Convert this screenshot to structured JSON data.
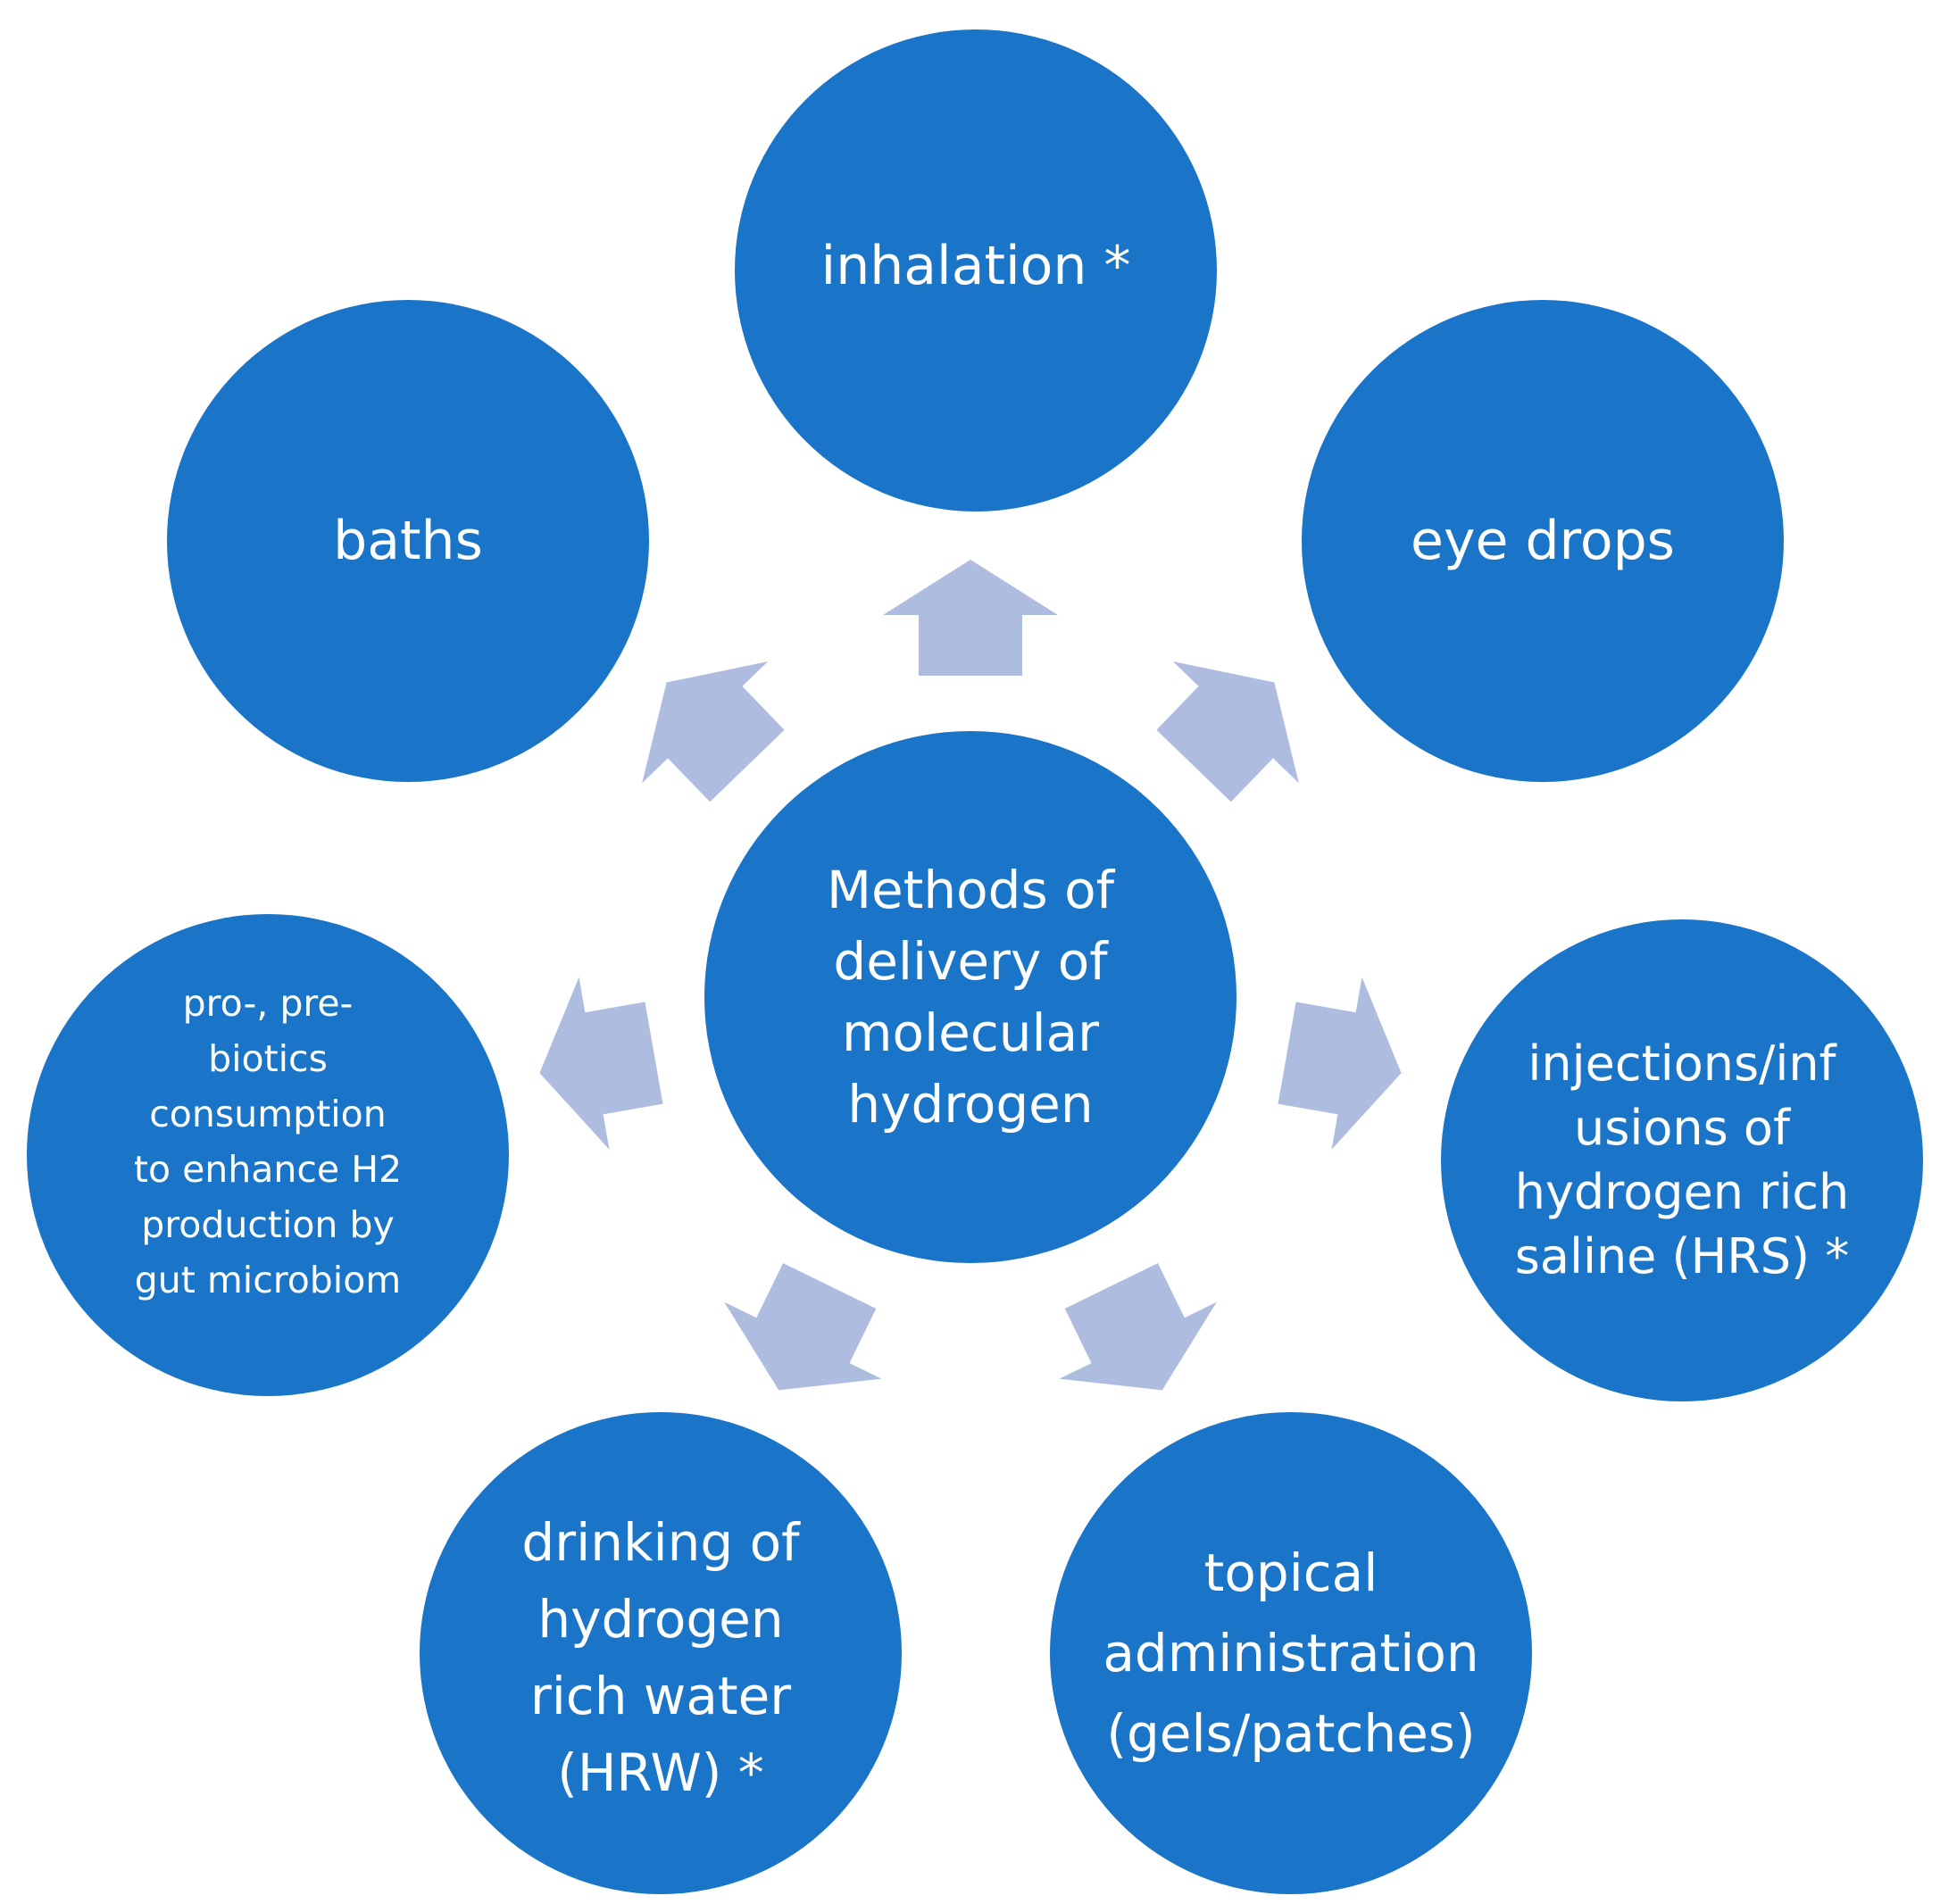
{
  "colors": {
    "circle_fill": "#1a74c7",
    "arrow_fill": "#aebcdf",
    "text": "#ffffff",
    "background": "#ffffff"
  },
  "diagram": {
    "center": {
      "label": "Methods of\ndelivery of\nmolecular\nhydrogen"
    },
    "nodes": [
      {
        "id": "inhalation",
        "label": "inhalation *"
      },
      {
        "id": "eye-drops",
        "label": "eye drops"
      },
      {
        "id": "injections",
        "label": "injections/inf\nusions of\nhydrogen rich\nsaline (HRS) *"
      },
      {
        "id": "topical",
        "label": "topical\nadministration\n(gels/patches)"
      },
      {
        "id": "drinking",
        "label": "drinking of\nhydrogen\nrich water\n(HRW) *"
      },
      {
        "id": "probiotics",
        "label": "pro-, pre-\nbiotics\nconsumption\nto enhance H2\nproduction by\ngut microbiom"
      },
      {
        "id": "baths",
        "label": "baths"
      }
    ]
  }
}
